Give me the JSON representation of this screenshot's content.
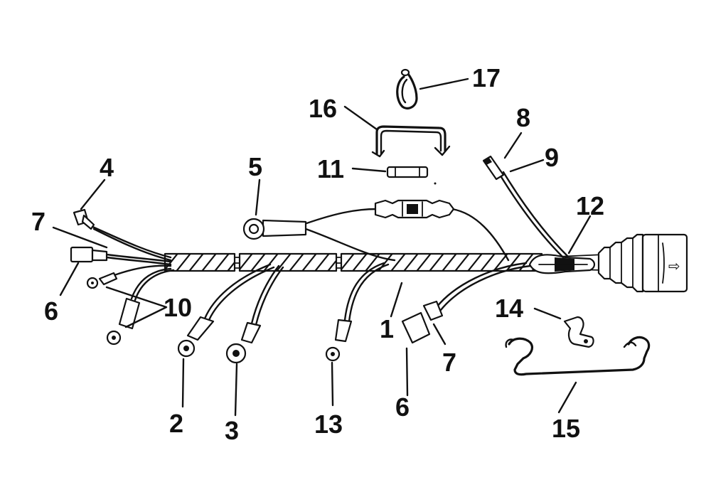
{
  "diagram": {
    "callouts": {
      "c1": "1",
      "c2": "2",
      "c3": "3",
      "c4": "4",
      "c5": "5",
      "c6a": "6",
      "c6b": "6",
      "c7a": "7",
      "c7b": "7",
      "c8": "8",
      "c9": "9",
      "c10": "10",
      "c11": "11",
      "c12": "12",
      "c13": "13",
      "c14": "14",
      "c15": "15",
      "c16": "16",
      "c17": "17"
    },
    "plug_symbol": "⇨"
  }
}
